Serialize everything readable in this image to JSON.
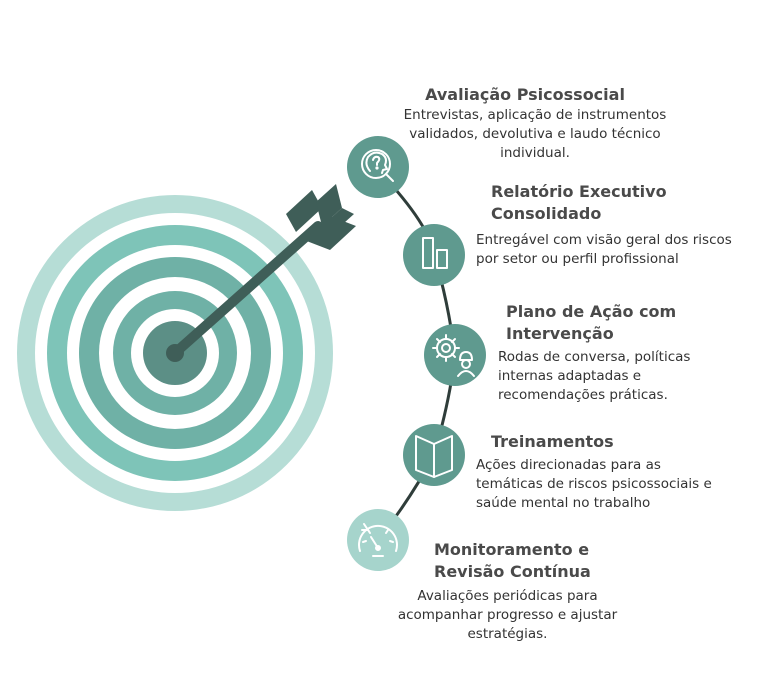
{
  "colors": {
    "ring_outer": "#b6ddd6",
    "ring_mid": "#7ec4b8",
    "ring_inner": "#6fb1a6",
    "bullseye": "#5c8f86",
    "arrow": "#3f5e58",
    "step_circle_dark": "#5f9a8f",
    "step_circle_light": "#a6d4cc",
    "path_line": "#2f3d3a",
    "title_text": "#4a4a4a",
    "body_text": "#333333"
  },
  "steps": [
    {
      "title": "Avaliação Psicossocial",
      "icon": "head-question-magnifier-icon",
      "description": "Entrevistas, aplicação de instrumentos validados, devolutiva e laudo técnico individual."
    },
    {
      "title_line1": "Relatório Executivo",
      "title_line2": "Consolidado",
      "icon": "bar-chart-icon",
      "description": "Entregável com visão geral dos riscos por setor ou perfil profissional"
    },
    {
      "title_line1": "Plano de Ação com",
      "title_line2": "Intervenção",
      "icon": "gear-worker-icon",
      "description": "Rodas de conversa, políticas internas adaptadas e recomendações práticas."
    },
    {
      "title": "Treinamentos",
      "icon": "open-book-icon",
      "description": "Ações direcionadas para as temáticas de riscos psicossociais e saúde mental no trabalho"
    },
    {
      "title_line1": "Monitoramento e",
      "title_line2": "Revisão Contínua",
      "icon": "speedometer-icon",
      "description": "Avaliações periódicas para acompanhar progresso e ajustar estratégias."
    }
  ]
}
